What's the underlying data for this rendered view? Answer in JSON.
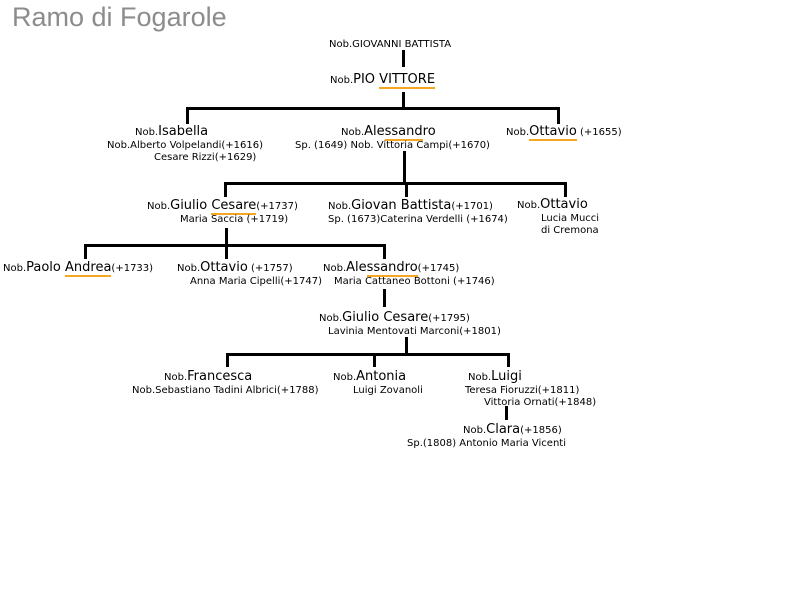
{
  "title": "Ramo di Fogarole",
  "accent_underline": "#f5a623",
  "line_color": "#000000",
  "nodes": [
    {
      "id": "giovanni-battista-root",
      "prefix": "Nob.",
      "name": "GIOVANNI BATTISTA"
    },
    {
      "id": "pio-vittore",
      "prefix": "Nob.",
      "name_a": "PIO ",
      "name_ul": "VITTORE",
      "name_b": ""
    },
    {
      "id": "isabella",
      "prefix": "Nob.",
      "name": "Isabella",
      "spouse1": "Nob.Alberto Volpelandi(+1616)",
      "spouse2": "Cesare Rizzi(+1629)"
    },
    {
      "id": "alessandro-1",
      "prefix": "Nob.",
      "name_a": "Ale",
      "name_ul": "ssand",
      "name_b": "ro",
      "spouse1": "Sp. (1649) Nob. Vittoria Campi(+1670)"
    },
    {
      "id": "ottavio-1",
      "prefix": "Nob.",
      "name_ul": "Ottavio",
      "dates": " (+1655)"
    },
    {
      "id": "giulio-cesare-1",
      "prefix": "Nob.",
      "name_a": "Giulio ",
      "name_ul": "Cesare",
      "dates": "(+1737)",
      "spouse1": "Maria Saccia (+1719)"
    },
    {
      "id": "giovan-battista",
      "prefix": "Nob.",
      "name": "Giovan Battista",
      "dates": "(+1701)",
      "spouse1": "Sp. (1673)Caterina Verdelli (+1674)"
    },
    {
      "id": "ottavio-2",
      "prefix": "Nob.",
      "name": "Ottavio",
      "spouse1": "Lucia Mucci",
      "spouse2": "di Cremona"
    },
    {
      "id": "paolo-andrea",
      "prefix": "Nob.",
      "name_a": "Paolo ",
      "name_ul": "Andrea",
      "dates": "(+1733)"
    },
    {
      "id": "ottavio-3",
      "prefix": "Nob.",
      "name": "Ottavio",
      "dates": " (+1757)",
      "spouse1": "Anna Maria Cipelli(+1747)"
    },
    {
      "id": "alessandro-2",
      "prefix": "Nob.",
      "name_a": "Ale",
      "name_ul": "ssandro",
      "dates": "(+1745)",
      "spouse1": "Maria Cattaneo Bottoni (+1746)"
    },
    {
      "id": "giulio-cesare-2",
      "prefix": "Nob.",
      "name": "Giulio Cesare",
      "dates": "(+1795)",
      "spouse1": "Lavinia Mentovati Marconi(+1801)"
    },
    {
      "id": "francesca",
      "prefix": "Nob.",
      "name": "Francesca",
      "spouse1": "Nob.Sebastiano Tadini Albrici(+1788)"
    },
    {
      "id": "antonia",
      "prefix": "Nob.",
      "name": "Antonia",
      "spouse1": "Luigi Zovanoli"
    },
    {
      "id": "luigi",
      "prefix": "Nob.",
      "name": "Luigi",
      "spouse1": "Teresa Fioruzzi(+1811)",
      "spouse2": "Vittoria Ornati(+1848)"
    },
    {
      "id": "clara",
      "prefix": "Nob.",
      "name": "Clara",
      "dates": "(+1856)",
      "spouse1": "Sp.(1808) Antonio Maria Vicenti"
    }
  ]
}
